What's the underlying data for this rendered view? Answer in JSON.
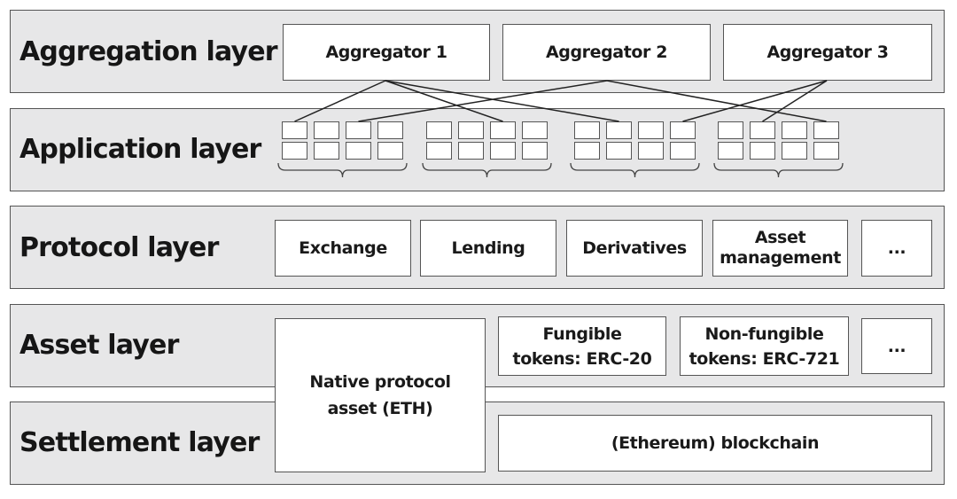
{
  "layers": [
    {
      "id": "aggregation",
      "label": "Aggregation layer"
    },
    {
      "id": "application",
      "label": "Application layer"
    },
    {
      "id": "protocol",
      "label": "Protocol layer"
    },
    {
      "id": "asset",
      "label": "Asset layer"
    },
    {
      "id": "settlement",
      "label": "Settlement layer"
    }
  ],
  "aggregators": [
    "Aggregator 1",
    "Aggregator 2",
    "Aggregator 3"
  ],
  "application": {
    "groups": 4,
    "rows_per_group": 2,
    "apps_per_row": 4
  },
  "connections": [
    {
      "from": "Aggregator 1",
      "to_group": 1,
      "to_app": 1
    },
    {
      "from": "Aggregator 1",
      "to_group": 2,
      "to_app": 3
    },
    {
      "from": "Aggregator 1",
      "to_group": 3,
      "to_app": 2
    },
    {
      "from": "Aggregator 2",
      "to_group": 1,
      "to_app": 3
    },
    {
      "from": "Aggregator 2",
      "to_group": 4,
      "to_app": 4
    },
    {
      "from": "Aggregator 3",
      "to_group": 3,
      "to_app": 4
    },
    {
      "from": "Aggregator 3",
      "to_group": 4,
      "to_app": 2
    }
  ],
  "protocols": [
    "Exchange",
    "Lending",
    "Derivatives",
    "Asset\nmanagement",
    "..."
  ],
  "assets": {
    "native": "Native protocol\nasset (ETH)",
    "fungible": "Fungible\ntokens: ERC-20",
    "non_fungible": "Non-fungible\ntokens: ERC-721",
    "more": "..."
  },
  "settlement": {
    "blockchain": "(Ethereum) blockchain"
  },
  "colors": {
    "band_fill": "#e7e7e8",
    "box_fill": "#ffffff",
    "stroke": "#555555",
    "line": "#222222"
  }
}
